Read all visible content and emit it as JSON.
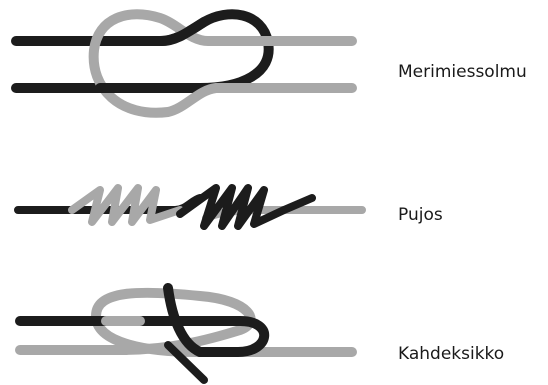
{
  "colors": {
    "dark_rope": "#1c1c1c",
    "light_rope": "#a8a8a8",
    "label_text": "#1a1a1a",
    "background": "#ffffff"
  },
  "knots": [
    {
      "name": "Merimiessolmu"
    },
    {
      "name": "Pujos"
    },
    {
      "name": "Kahdeksikko"
    }
  ]
}
